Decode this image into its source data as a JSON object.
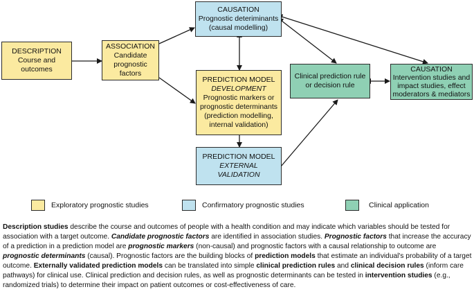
{
  "boxes": {
    "description": {
      "title": "DESCRIPTION",
      "line1": "Course and outcomes"
    },
    "association": {
      "title": "ASSOCIATION",
      "line1": "Candidate prognostic",
      "line2": "factors"
    },
    "causation_top": {
      "title": "CAUSATION",
      "line1": "Prognostic deteriminants",
      "line2": "(causal modelling)"
    },
    "pm_development": {
      "title": "PREDICTION MODEL",
      "italic": "DEVELOPMENT",
      "line1": "Prognostic markers or",
      "line2": "prognostic determinants",
      "line3": "(prediction modelling,",
      "line4": "internal validation)"
    },
    "pm_external": {
      "title": "PREDICTION MODEL",
      "italic1": "EXTERNAL",
      "italic2": "VALIDATION"
    },
    "clinical_rule": {
      "line1": "Clinical prediction rule",
      "line2": "or decision rule"
    },
    "causation_right": {
      "title": "CAUSATION",
      "line1": "Intervention studies and",
      "line2": "impact studies, effect",
      "line3": "moderators & mediators"
    }
  },
  "legend": {
    "exploratory": "Exploratory prognostic studies",
    "confirmatory": "Confirmatory prognostic studies",
    "clinical": "Clinical application"
  },
  "colors": {
    "exploratory": "#fbeaa0",
    "confirmatory": "#bfe2ef",
    "clinical": "#8fd0b4"
  },
  "caption": {
    "b1": "Description studies",
    "t1": " describe the course and outcomes of people with a health condition and may indicate which variables should be tested for association with a target outcome. ",
    "bi1": "Candidate prognostic factors",
    "t2": " are identified in association studies. ",
    "bi2": "Prognostic factors",
    "t3": " that increase the accuracy of a prediction in a prediction model are ",
    "bi3": "prognostic markers",
    "t4": " (non-causal) and prognostic factors with a causal relationship to outcome are ",
    "bi4": "prognostic determinants",
    "t5": " (causal). Prognostic factors are the building blocks of ",
    "b2": "prediction models",
    "t6": " that estimate an individual's probability of a target outcome. ",
    "b3": "Externally validated prediction models",
    "t7": " can be translated into simple ",
    "b4": "clinical prediction rules",
    "t8": " and ",
    "b5": "clinical decision rules",
    "t9": " (inform care pathways) for clinical use. Clinical prediction and decision rules, as well as prognostic determinants can be tested in ",
    "b6": "intervention studies",
    "t10": " (e.g., randomized trials) to determine their impact on patient outcomes or cost-effectiveness of care."
  }
}
